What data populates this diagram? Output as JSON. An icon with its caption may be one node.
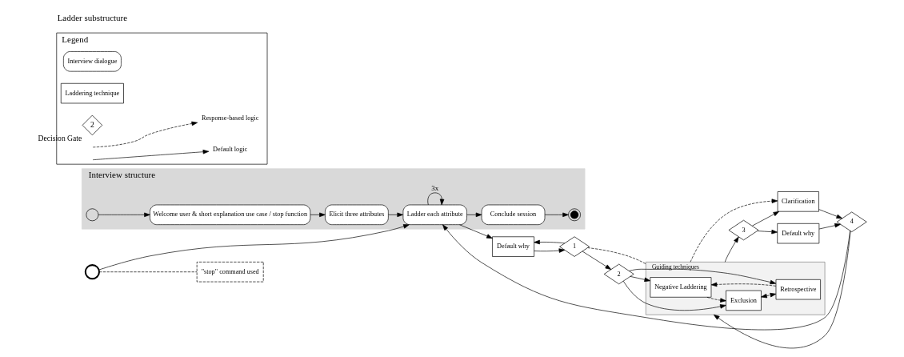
{
  "diagram": {
    "nodes": [
      {
        "text": [
          "Interview structure"
        ]
      },
      {
        "text": [],
        "shape": "circle",
        "in": 0
      },
      {
        "text": [
          "Welcome user & short explanation use case / stop function"
        ],
        "in": 0
      },
      {
        "text": [
          "Elicit three attributes"
        ],
        "in": 0
      },
      {
        "text": [
          "Ladder each attribute"
        ],
        "in": 0
      },
      {
        "text": [
          "Conclude session"
        ],
        "in": 0
      },
      {
        "text": [],
        "shape": "circle",
        "in": 0
      },
      {
        "text": [
          "Guiding techniques"
        ]
      },
      {
        "text": [
          "Negative Laddering"
        ],
        "in": 7
      },
      {
        "text": [
          "Exclusion"
        ],
        "in": 7
      },
      {
        "text": [
          "Retrospective"
        ],
        "in": 7
      },
      {
        "text": [
          "Default why"
        ]
      },
      {
        "text": [
          "1"
        ]
      },
      {
        "text": [
          "2"
        ]
      },
      {
        "text": [
          "3"
        ]
      },
      {
        "text": [
          "Clarification"
        ]
      },
      {
        "text": [
          "Default why"
        ]
      },
      {
        "text": [
          "4"
        ]
      },
      {
        "text": [],
        "shape": "circle"
      },
      {
        "text": [
          "\"stop\" command used"
        ]
      },
      {
        "text": [
          "Legend"
        ]
      },
      {
        "text": [
          "Interview dialogue"
        ],
        "in": 20
      },
      {
        "text": [
          "Laddering technique"
        ],
        "in": 20
      },
      {
        "text": [
          "2"
        ],
        "beside": [
          "Decision Gate"
        ],
        "in": 20
      }
    ],
    "edges": [
      {
        "from": 1,
        "to": 2,
        "arrow": "to"
      },
      {
        "from": 2,
        "to": 3,
        "arrow": "to"
      },
      {
        "from": 3,
        "to": 4,
        "arrow": "to"
      },
      {
        "from": 4,
        "to": 5,
        "arrow": "to"
      },
      {
        "from": 5,
        "to": 6,
        "arrow": "to"
      },
      {
        "from": 4,
        "to": 4,
        "arrow": "to",
        "label": "3x"
      },
      {
        "from": 4,
        "to": 11,
        "arrow": "to"
      },
      {
        "from": 11,
        "to": 12,
        "arrow": "to"
      },
      {
        "from": 12,
        "to": 11,
        "arrow": "to"
      },
      {
        "from": 12,
        "to": 7,
        "arrow": "none",
        "style": "dashed"
      },
      {
        "from": 12,
        "to": 13,
        "arrow": "to"
      },
      {
        "from": 13,
        "to": 8,
        "arrow": "to"
      },
      {
        "from": 13,
        "to": 9,
        "arrow": "to"
      },
      {
        "from": 13,
        "to": 10,
        "arrow": "to"
      },
      {
        "from": 8,
        "to": 9,
        "arrow": "to",
        "style": "dashed"
      },
      {
        "from": 9,
        "to": 10,
        "arrow": "both",
        "style": "dashed"
      },
      {
        "from": 10,
        "to": 8,
        "arrow": "to",
        "style": "dashed"
      },
      {
        "from": 7,
        "to": 14,
        "arrow": "to"
      },
      {
        "from": 7,
        "to": 15,
        "arrow": "to",
        "style": "dashed"
      },
      {
        "from": 14,
        "to": 15,
        "arrow": "to"
      },
      {
        "from": 14,
        "to": 16,
        "arrow": "to"
      },
      {
        "from": 15,
        "to": 17,
        "arrow": "to"
      },
      {
        "from": 16,
        "to": 17,
        "arrow": "to"
      },
      {
        "from": 17,
        "to": 4,
        "arrow": "to"
      },
      {
        "from": 17,
        "to": 7,
        "arrow": "to"
      },
      {
        "from": 18,
        "to": 4,
        "arrow": "to"
      },
      {
        "from": 18,
        "to": 19,
        "arrow": "none",
        "style": "dashed"
      }
    ],
    "labels": [
      "Ladder substructure"
    ],
    "legend": [
      {
        "text": "Response-based logic"
      },
      {
        "text": "Default logic"
      }
    ]
  }
}
